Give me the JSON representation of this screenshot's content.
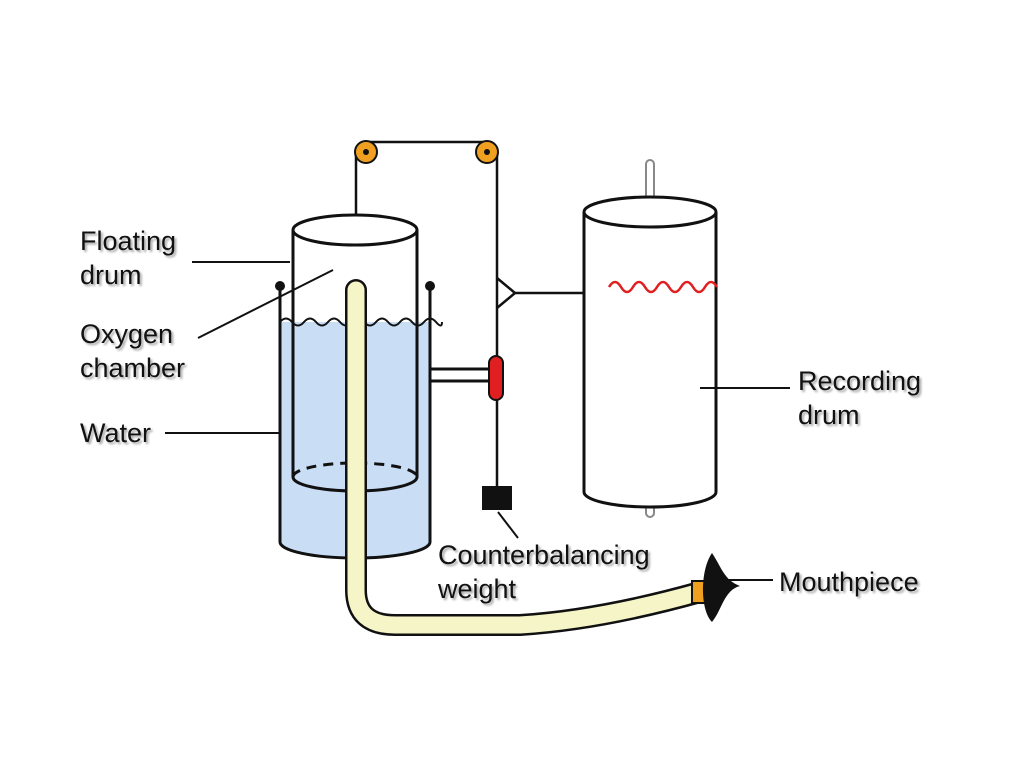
{
  "diagram": {
    "labels": {
      "floating_drum": [
        "Floating",
        "drum"
      ],
      "oxygen_chamber": [
        "Oxygen",
        "chamber"
      ],
      "water": "Water",
      "recording_drum": [
        "Recording",
        "drum"
      ],
      "counterbalancing_weight": [
        "Counterbalancing",
        "weight"
      ],
      "mouthpiece": "Mouthpiece"
    },
    "colors": {
      "water": "#c9ddf5",
      "tube": "#f5f5c8",
      "pulley": "#f0a020",
      "marker": "#e02020",
      "trace": "#e02020",
      "mouthpiece": "#111111",
      "mouthpiece_collar": "#f0a020",
      "weight": "#111111"
    }
  }
}
